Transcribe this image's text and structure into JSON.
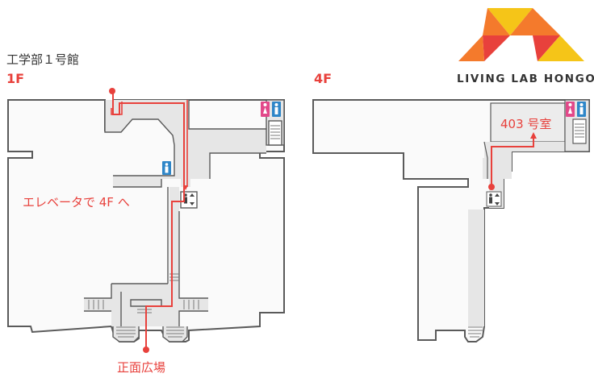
{
  "building": {
    "name": "工学部１号館"
  },
  "floors": [
    {
      "id": "1f",
      "label": "1F"
    },
    {
      "id": "4f",
      "label": "4F"
    }
  ],
  "brand": {
    "name": "LIVING LAB HONGO"
  },
  "labels": {
    "room": "403 号室",
    "elevator_instruction": "エレベータで 4F へ",
    "entrance": "正面広場"
  },
  "colors": {
    "route": "#e8413c",
    "wall": "#5a5a5a",
    "corridor": "#e6e6e6",
    "room_fill": "#ececec",
    "female_icon": "#e2498a",
    "male_icon": "#2e86c8",
    "logo_red": "#e8413c",
    "logo_orange": "#f47a2c",
    "logo_yellow": "#f5c518"
  },
  "icons": [
    "female-restroom-icon",
    "male-restroom-icon",
    "elevator-icon",
    "stairs-icon",
    "restroom-icon-1f"
  ]
}
